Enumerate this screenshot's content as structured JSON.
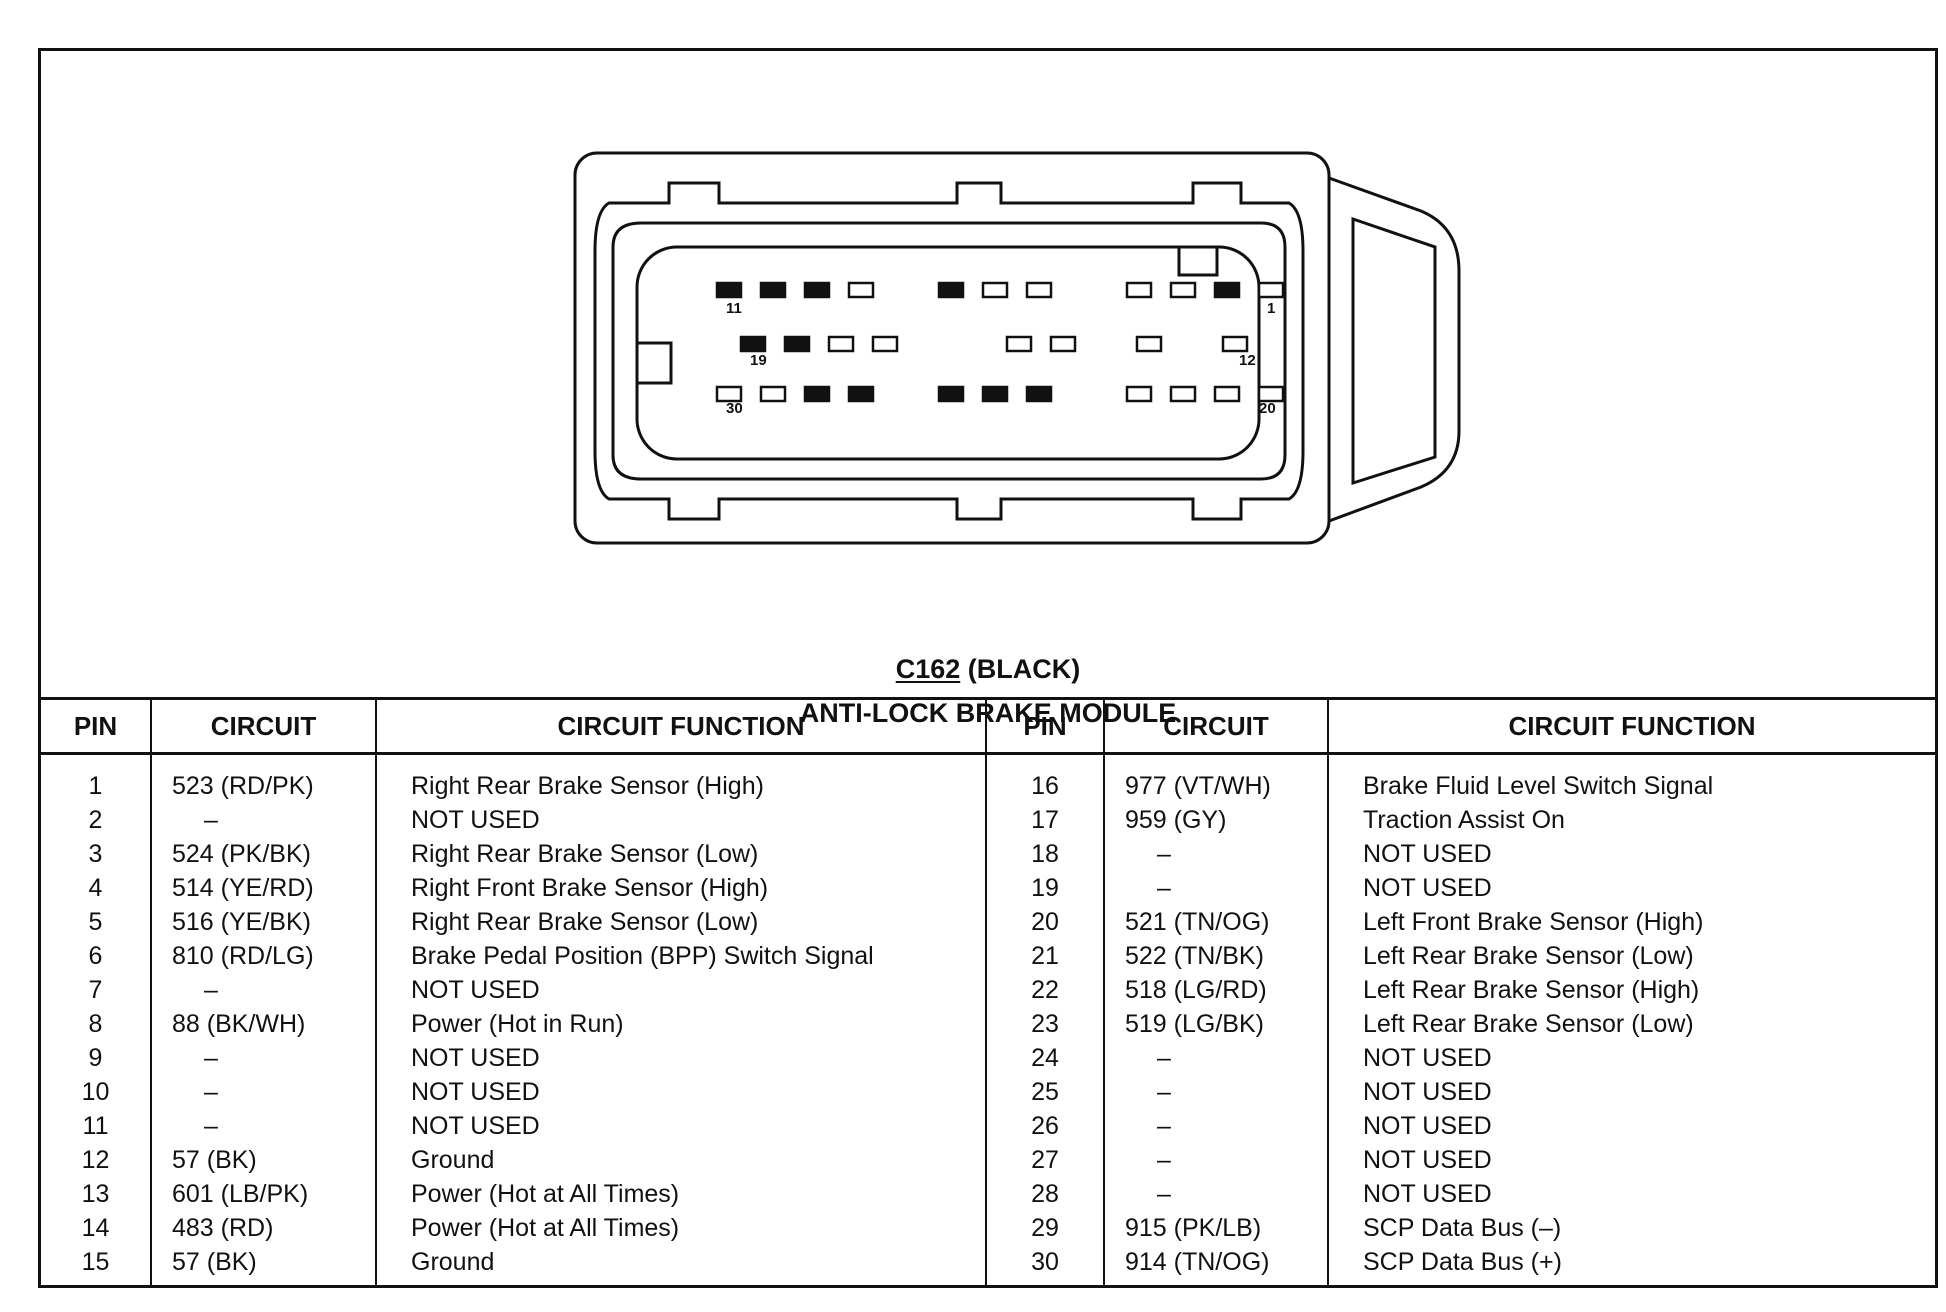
{
  "connector": {
    "id": "C162",
    "color": "(BLACK)",
    "module": "ANTI-LOCK BRAKE MODULE",
    "pin_labels": [
      "11",
      "1",
      "19",
      "12",
      "30",
      "20"
    ]
  },
  "table": {
    "headers": [
      "PIN",
      "CIRCUIT",
      "CIRCUIT FUNCTION",
      "PIN",
      "CIRCUIT",
      "CIRCUIT FUNCTION"
    ],
    "left": [
      {
        "pin": "1",
        "circuit": "523 (RD/PK)",
        "function": "Right Rear Brake Sensor (High)"
      },
      {
        "pin": "2",
        "circuit": "–",
        "function": "NOT USED"
      },
      {
        "pin": "3",
        "circuit": "524 (PK/BK)",
        "function": "Right Rear Brake Sensor (Low)"
      },
      {
        "pin": "4",
        "circuit": "514 (YE/RD)",
        "function": "Right Front Brake Sensor (High)"
      },
      {
        "pin": "5",
        "circuit": "516 (YE/BK)",
        "function": "Right Rear Brake Sensor (Low)"
      },
      {
        "pin": "6",
        "circuit": "810 (RD/LG)",
        "function": "Brake Pedal Position (BPP) Switch Signal"
      },
      {
        "pin": "7",
        "circuit": "–",
        "function": "NOT USED"
      },
      {
        "pin": "8",
        "circuit": "88 (BK/WH)",
        "function": "Power (Hot in Run)"
      },
      {
        "pin": "9",
        "circuit": "–",
        "function": "NOT USED"
      },
      {
        "pin": "10",
        "circuit": "–",
        "function": "NOT USED"
      },
      {
        "pin": "11",
        "circuit": "–",
        "function": "NOT USED"
      },
      {
        "pin": "12",
        "circuit": "57 (BK)",
        "function": "Ground"
      },
      {
        "pin": "13",
        "circuit": "601 (LB/PK)",
        "function": "Power (Hot at All Times)"
      },
      {
        "pin": "14",
        "circuit": "483 (RD)",
        "function": "Power (Hot at All Times)"
      },
      {
        "pin": "15",
        "circuit": "57 (BK)",
        "function": "Ground"
      }
    ],
    "right": [
      {
        "pin": "16",
        "circuit": "977 (VT/WH)",
        "function": "Brake Fluid Level Switch Signal"
      },
      {
        "pin": "17",
        "circuit": "959 (GY)",
        "function": "Traction Assist On"
      },
      {
        "pin": "18",
        "circuit": "–",
        "function": "NOT USED"
      },
      {
        "pin": "19",
        "circuit": "–",
        "function": "NOT USED"
      },
      {
        "pin": "20",
        "circuit": "521 (TN/OG)",
        "function": "Left Front Brake Sensor (High)"
      },
      {
        "pin": "21",
        "circuit": "522 (TN/BK)",
        "function": "Left Rear Brake Sensor (Low)"
      },
      {
        "pin": "22",
        "circuit": "518 (LG/RD)",
        "function": "Left Rear Brake Sensor (High)"
      },
      {
        "pin": "23",
        "circuit": "519 (LG/BK)",
        "function": "Left Rear Brake Sensor (Low)"
      },
      {
        "pin": "24",
        "circuit": "–",
        "function": "NOT USED"
      },
      {
        "pin": "25",
        "circuit": "–",
        "function": "NOT USED"
      },
      {
        "pin": "26",
        "circuit": "–",
        "function": "NOT USED"
      },
      {
        "pin": "27",
        "circuit": "–",
        "function": "NOT USED"
      },
      {
        "pin": "28",
        "circuit": "–",
        "function": "NOT USED"
      },
      {
        "pin": "29",
        "circuit": "915 (PK/LB)",
        "function": "SCP Data Bus (–)"
      },
      {
        "pin": "30",
        "circuit": "914 (TN/OG)",
        "function": "SCP Data Bus (+)"
      }
    ]
  },
  "colors": {
    "ink": "#111111",
    "paper": "#ffffff"
  }
}
